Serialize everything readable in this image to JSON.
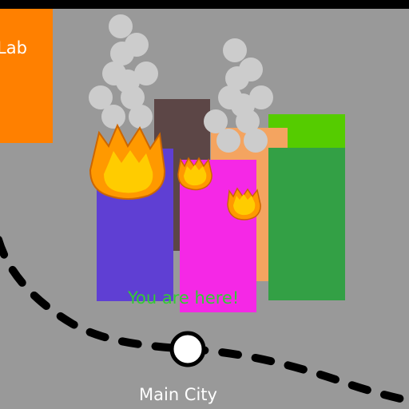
{
  "map": {
    "lab_label": "Lab",
    "you_are_here_label": "You are here!",
    "location_label": "Main City"
  },
  "colors": {
    "background": "#999999",
    "lab": "#ff8000",
    "path": "#000000",
    "you_are_here_text": "#33cc33",
    "fire_outer": "#ff9900",
    "fire_inner": "#ffcc00",
    "smoke": "#cccccc"
  },
  "icons": [
    "fire-icon",
    "smoke-icon",
    "location-marker-icon"
  ]
}
